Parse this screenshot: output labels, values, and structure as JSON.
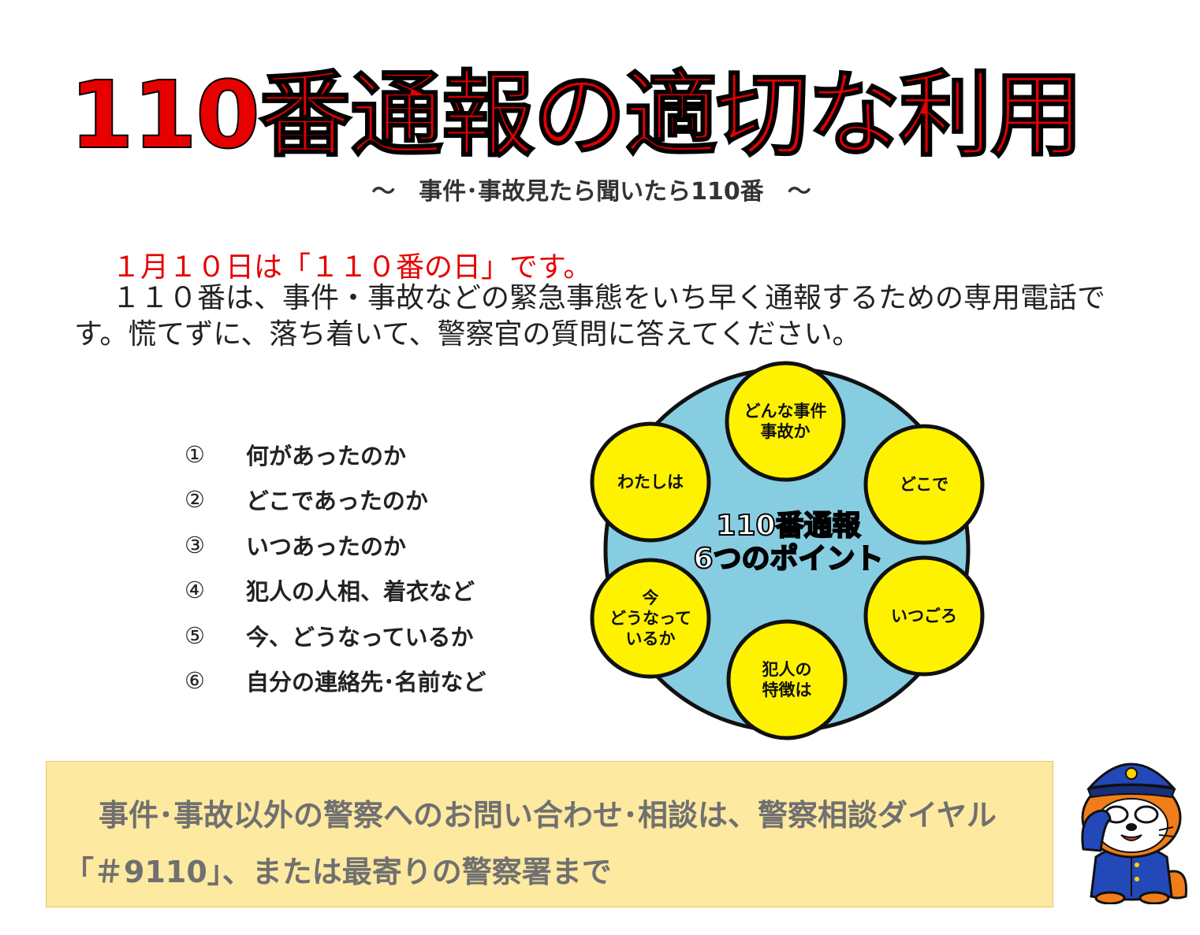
{
  "title": "110番通報の適切な利用",
  "subtitle": "～　事件･事故見たら聞いたら110番　～",
  "lead": {
    "highlight": "１月１０日は「１１０番の日」です。",
    "body": "１１０番は、事件・事故などの緊急事態をいち早く通報するための専用電話です。慌てずに、落ち着いて、警察官の質問に答えてください。"
  },
  "points": [
    {
      "num": "①",
      "text": "何があったのか"
    },
    {
      "num": "②",
      "text": "どこであったのか"
    },
    {
      "num": "③",
      "text": "いつあったのか"
    },
    {
      "num": "④",
      "text": "犯人の人相、着衣など"
    },
    {
      "num": "⑤",
      "text": "今、どうなっているか"
    },
    {
      "num": "⑥",
      "text": "自分の連絡先･名前など"
    }
  ],
  "diagram": {
    "center_line1": "110番通報",
    "center_line2": "6つのポイント",
    "bubbles": [
      {
        "line1": "どんな事件",
        "line2": "事故か"
      },
      {
        "line1": "どこで"
      },
      {
        "line1": "いつごろ"
      },
      {
        "line1": "犯人の",
        "line2": "特徴は"
      },
      {
        "line1": "今",
        "line2": "どうなって",
        "line3": "いるか"
      },
      {
        "line1": "わたしは"
      }
    ],
    "colors": {
      "ring": "#87cde2",
      "bubble": "#fff200",
      "outline": "#111111"
    }
  },
  "notice": {
    "text": "事件･事故以外の警察へのお問い合わせ･相談は、警察相談ダイヤル「＃9110」、または最寄りの警察署まで"
  },
  "colors": {
    "title": "#e60000",
    "notice_bg": "#fde9a0",
    "notice_text": "#707070"
  }
}
